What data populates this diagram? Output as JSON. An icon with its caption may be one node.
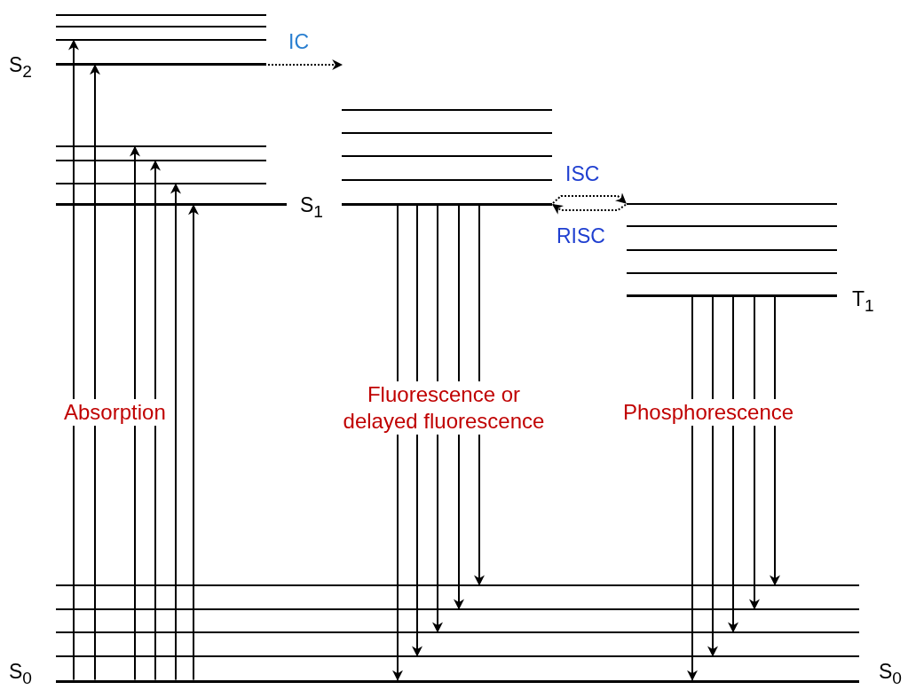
{
  "diagram": {
    "nodes": [
      {
        "text": [],
        "shape": "bar",
        "beside": [
          "S$_{2}$"
        ]
      },
      {
        "text": [],
        "shape": "bar"
      },
      {
        "text": [],
        "shape": "bar"
      },
      {
        "text": [],
        "shape": "bar"
      },
      {
        "text": [],
        "shape": "bar",
        "beside": [
          "S$_{1}$"
        ]
      },
      {
        "text": [],
        "shape": "bar"
      },
      {
        "text": [],
        "shape": "bar"
      },
      {
        "text": [],
        "shape": "bar"
      },
      {
        "text": [],
        "shape": "bar"
      },
      {
        "text": [],
        "shape": "bar"
      },
      {
        "text": [],
        "shape": "bar"
      },
      {
        "text": [],
        "shape": "bar"
      },
      {
        "text": [],
        "shape": "bar"
      },
      {
        "text": [],
        "shape": "bar",
        "beside": [
          "T$_{1}$"
        ]
      },
      {
        "text": [],
        "shape": "bar"
      },
      {
        "text": [],
        "shape": "bar"
      },
      {
        "text": [],
        "shape": "bar"
      },
      {
        "text": [],
        "shape": "bar"
      },
      {
        "text": [],
        "shape": "bar",
        "beside": [
          "S$_{0}$",
          "S$_{0}$"
        ]
      },
      {
        "text": [],
        "shape": "bar"
      },
      {
        "text": [],
        "shape": "bar"
      },
      {
        "text": [],
        "shape": "bar"
      },
      {
        "text": [],
        "shape": "bar"
      }
    ],
    "edges": [
      {
        "from": 18,
        "to": 3,
        "arrow": "to"
      },
      {
        "from": 18,
        "to": 0,
        "arrow": "to"
      },
      {
        "from": 18,
        "to": 5,
        "arrow": "to"
      },
      {
        "from": 18,
        "to": 6,
        "arrow": "to"
      },
      {
        "from": 18,
        "to": 7,
        "arrow": "to"
      },
      {
        "from": 18,
        "to": 4,
        "arrow": "to"
      },
      {
        "from": 0,
        "to": null,
        "arrow": "to",
        "label": "IC",
        "style": "dashed"
      },
      {
        "from": 8,
        "to": 14,
        "arrow": "to",
        "label": "ISC",
        "style": "dashed"
      },
      {
        "from": 14,
        "to": 8,
        "arrow": "to",
        "label": "RISC",
        "style": "dashed"
      },
      {
        "from": 8,
        "to": 18,
        "arrow": "to"
      },
      {
        "from": 8,
        "to": 22,
        "arrow": "to"
      },
      {
        "from": 8,
        "to": 21,
        "arrow": "to"
      },
      {
        "from": 8,
        "to": 20,
        "arrow": "to"
      },
      {
        "from": 8,
        "to": 19,
        "arrow": "to"
      },
      {
        "from": 13,
        "to": 18,
        "arrow": "to"
      },
      {
        "from": 13,
        "to": 22,
        "arrow": "to"
      },
      {
        "from": 13,
        "to": 21,
        "arrow": "to"
      },
      {
        "from": 13,
        "to": 20,
        "arrow": "to"
      },
      {
        "from": 13,
        "to": 19,
        "arrow": "to"
      }
    ],
    "labels": [
      "Absorption",
      "Fluorescence or delayed fluorescence",
      "Phosphorescence"
    ]
  }
}
